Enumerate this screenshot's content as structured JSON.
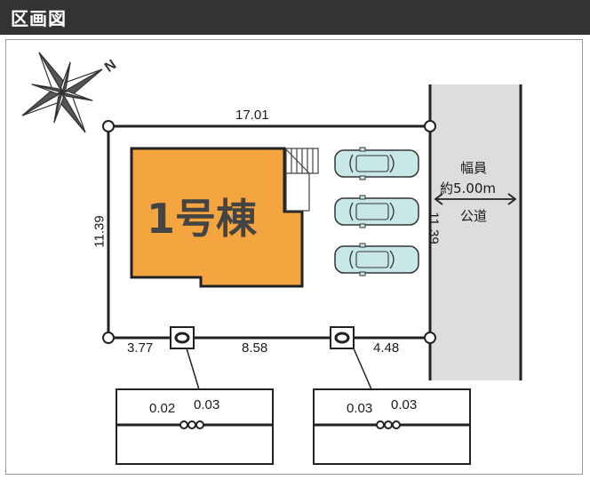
{
  "header": {
    "title": "区画図"
  },
  "north": {
    "label": "N"
  },
  "lot": {
    "top_width": "17.01",
    "left_depth": "11.39",
    "right_depth": "11.39",
    "bottom_segments": [
      "3.77",
      "8.58",
      "4.48"
    ]
  },
  "building": {
    "label": "1号棟",
    "fill": "#F5A540"
  },
  "parking": {
    "car_count": 3,
    "car_color": "#C8E8E8"
  },
  "road": {
    "width_label": "幅員",
    "width_value": "約5.00m",
    "type": "公道",
    "fill": "#DDDDDD"
  },
  "utility_boxes": [
    {
      "left_value": "0.02",
      "right_value": "0.03"
    },
    {
      "left_value": "0.03",
      "right_value": "0.03"
    }
  ]
}
